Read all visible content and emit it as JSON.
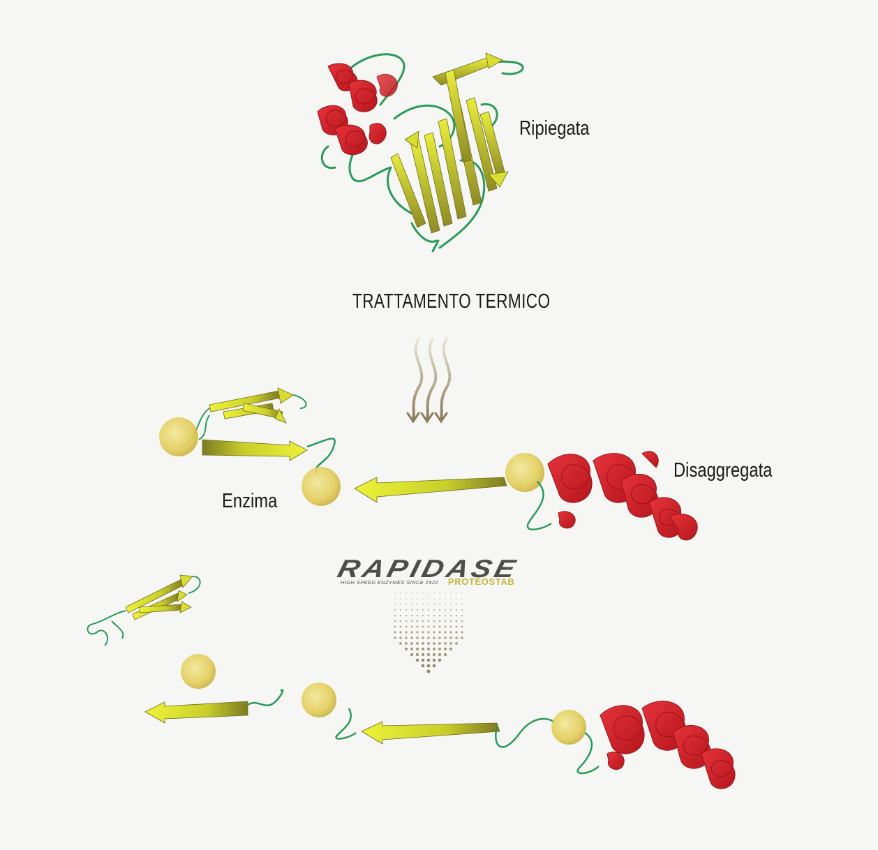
{
  "labels": {
    "folded": "Ripiegata",
    "heat_treatment": "TRATTAMENTO TERMICO",
    "disaggregated": "Disaggregata",
    "enzyme": "Enzima"
  },
  "brand": {
    "name": "RAPIDASE",
    "tagline": "HIGH SPEED ENZYMES SINCE 1922",
    "product": "PROTEOSTAB"
  },
  "colors": {
    "background": "#f6f7f4",
    "helix_red": "#d8232a",
    "strand_yellow": "#d9e02a",
    "loop_green": "#2a9a5a",
    "enzyme_sphere": "#e6d25e",
    "heat_arrow": "#a89a7a",
    "brand_gold": "#c8b43a"
  },
  "icons": {
    "heat": "heat-arrows-icon",
    "dots": "dotted-arrow-icon"
  }
}
